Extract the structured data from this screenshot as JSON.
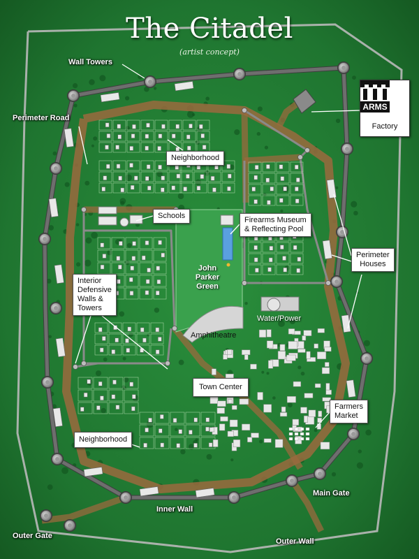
{
  "title": "The Citadel",
  "subtitle": "(artist concept)",
  "map": {
    "labels": {
      "wall_towers": "Wall Towers",
      "perimeter_road": "Perimeter Road",
      "inner_wall": "Inner Wall",
      "outer_wall": "Outer Wall",
      "outer_gate": "Outer Gate",
      "main_gate": "Main Gate",
      "water_power": "Water/Power",
      "amphitheatre": "Amphitheatre",
      "green_line1": "John",
      "green_line2": "Parker",
      "green_line3": "Green"
    },
    "callouts": {
      "neighborhood_north": "Neighborhood",
      "schools": "Schools",
      "museum_line1": "Firearms Museum",
      "museum_line2": "& Reflecting Pool",
      "perimeter_houses_line1": "Perimeter",
      "perimeter_houses_line2": "Houses",
      "interior_line1": "Interior",
      "interior_line2": "Defensive",
      "interior_line3": "Walls &",
      "interior_line4": "Towers",
      "town_center": "Town Center",
      "farmers_line1": "Farmers",
      "farmers_line2": "Market",
      "neighborhood_south": "Neighborhood",
      "factory_logo": "ARMS",
      "factory": "Factory"
    },
    "colors": {
      "grass": "#1f7a30",
      "road": "#9a6a3e",
      "wall": "#6e6e6e",
      "outer_wall": "#b9b9b9",
      "building": "#e8e8e8"
    }
  }
}
